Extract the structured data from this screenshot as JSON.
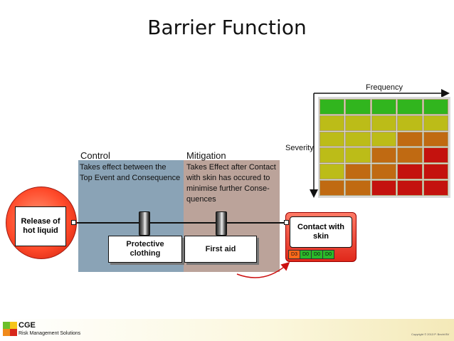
{
  "title": "Barrier Function",
  "control": {
    "heading": "Control",
    "description": [
      "Takes effect between the",
      "Top Event and Consequence"
    ]
  },
  "mitigation": {
    "heading": "Mitigation",
    "description": [
      "Takes Effect after Contact",
      "with skin has occured to",
      "minimise further Conse-",
      "quences"
    ]
  },
  "top_event": {
    "lines": [
      "Release of",
      "hot liquid"
    ]
  },
  "barriers": [
    {
      "lines": [
        "Protective",
        "clothing"
      ]
    },
    {
      "lines": [
        "First aid"
      ]
    }
  ],
  "consequence": {
    "lines": [
      "Contact with",
      "skin"
    ],
    "risk_cells": [
      {
        "label": "D3",
        "color": "#ff6a1a"
      },
      {
        "label": "D0",
        "color": "#2aba2a"
      },
      {
        "label": "D0",
        "color": "#2aba2a"
      },
      {
        "label": "D0",
        "color": "#2aba2a"
      }
    ]
  },
  "risk_matrix": {
    "x_label": "Frequency",
    "y_label": "Severity",
    "rows": [
      [
        "#31b51e",
        "#31b51e",
        "#31b51e",
        "#31b51e",
        "#31b51e"
      ],
      [
        "#bcbc18",
        "#bcbc18",
        "#bcbc18",
        "#bcbc18",
        "#bcbc18"
      ],
      [
        "#bcbc18",
        "#bcbc18",
        "#bcbc18",
        "#c06a12",
        "#c06a12"
      ],
      [
        "#bcbc18",
        "#bcbc18",
        "#c06a12",
        "#c06a12",
        "#c4120e"
      ],
      [
        "#bcbc18",
        "#c06a12",
        "#c06a12",
        "#c4120e",
        "#c4120e"
      ],
      [
        "#c06a12",
        "#c06a12",
        "#c4120e",
        "#c4120e",
        "#c4120e"
      ]
    ]
  },
  "footer": {
    "company": "CGE",
    "tagline": "Risk Management Solutions",
    "copyright": "Copyright © 2013 P. Becht BV"
  },
  "colors": {
    "control_panel": "#8aa3b6",
    "mitigation_panel": "#bba39a",
    "arrow": "#cc1111"
  }
}
